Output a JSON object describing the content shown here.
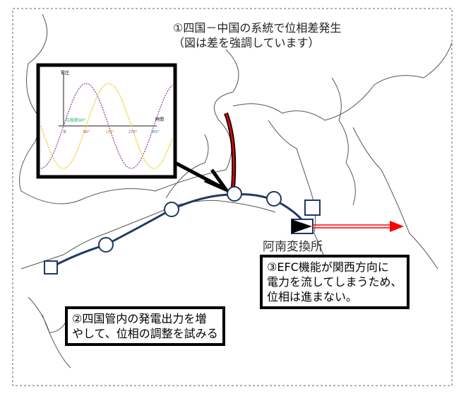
{
  "annotation1": {
    "line1": "①四国－中国の系統で位相差発生",
    "line2": "（図は差を強調しています）"
  },
  "annotation2": {
    "line1": "②四国管内の発電出力を増",
    "line2": "やして、位相の調整を試みる"
  },
  "annotation3": {
    "line1": "③EFC機能が関西方向に",
    "line2": "電力を流してしまうため、",
    "line3": "位相は進まない。"
  },
  "station_label": "阿南変換所",
  "inset_chart": {
    "y_label": "電圧",
    "x_label": "時間",
    "phase_label": "位相差90°",
    "ticks": [
      "0",
      "90°",
      "180°",
      "270°",
      "360°"
    ]
  },
  "colors": {
    "line": "#1f3864",
    "red": "#ff0000",
    "wave1": "#8e44ad",
    "wave2": "#f1c40f",
    "map": "#555555"
  }
}
